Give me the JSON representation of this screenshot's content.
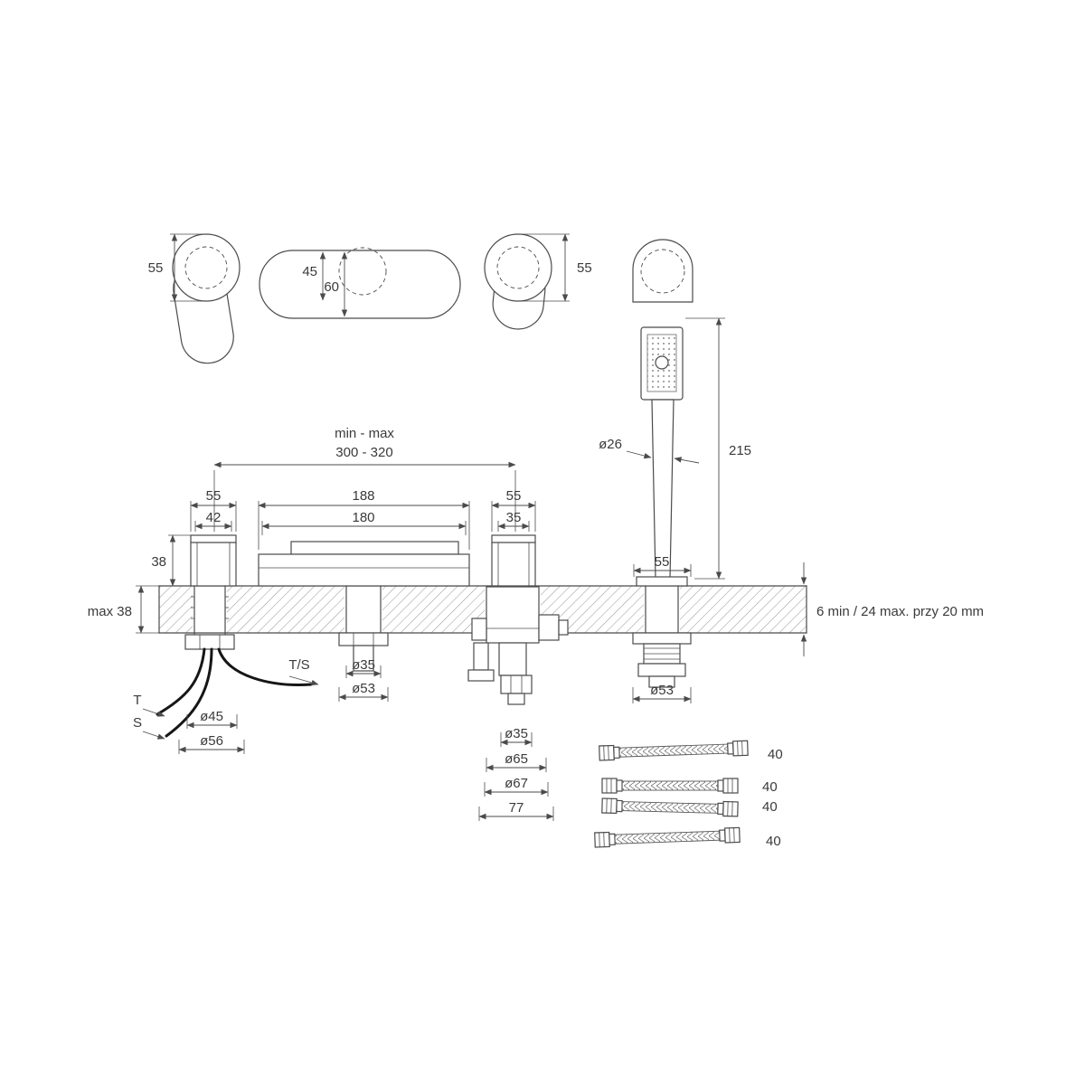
{
  "drawing": {
    "top": {
      "left_55": "55",
      "mid_45": "45",
      "mid_60": "60",
      "right_55": "55"
    },
    "spacing": {
      "label": "min - max",
      "value": "300 - 320"
    },
    "left_valve": {
      "w_outer": "55",
      "w_inner": "42",
      "h": "38",
      "dia_1": "ø45",
      "dia_2": "ø56"
    },
    "spout": {
      "w_outer": "188",
      "w_inner": "180",
      "dia_1": "ø35",
      "dia_2": "ø53"
    },
    "right_valve": {
      "w_outer": "55",
      "w_inner": "35",
      "dia_1": "ø35",
      "dia_2": "ø65",
      "dia_3": "ø67",
      "w_base": "77"
    },
    "shower": {
      "dia": "ø26",
      "len": "215",
      "holder_w": "55",
      "holder_dia": "ø53"
    },
    "deck": {
      "max": "max 38",
      "note": "6 min / 24 max. przy 20 mm"
    },
    "labels": {
      "ts": "T/S",
      "t": "T",
      "s": "S"
    },
    "hoses": [
      "40",
      "40",
      "40",
      "40"
    ]
  }
}
